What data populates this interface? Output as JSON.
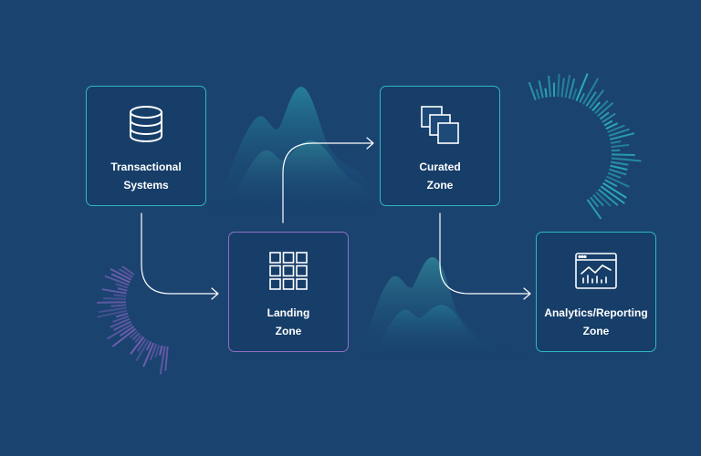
{
  "nodes": {
    "transactional": {
      "line1": "Transactional",
      "line2": "Systems",
      "icon": "database-icon"
    },
    "landing": {
      "line1": "Landing",
      "line2": "Zone",
      "icon": "grid-icon"
    },
    "curated": {
      "line1": "Curated",
      "line2": "Zone",
      "icon": "stacked-squares-icon"
    },
    "analytics": {
      "line1": "Analytics/Reporting",
      "line2": "Zone",
      "icon": "dashboard-chart-icon"
    }
  },
  "colors": {
    "background": "#1a4370",
    "teal_border": "#2fb7c4",
    "purple_border": "#8f6fc4",
    "arrow": "#ffffff"
  }
}
